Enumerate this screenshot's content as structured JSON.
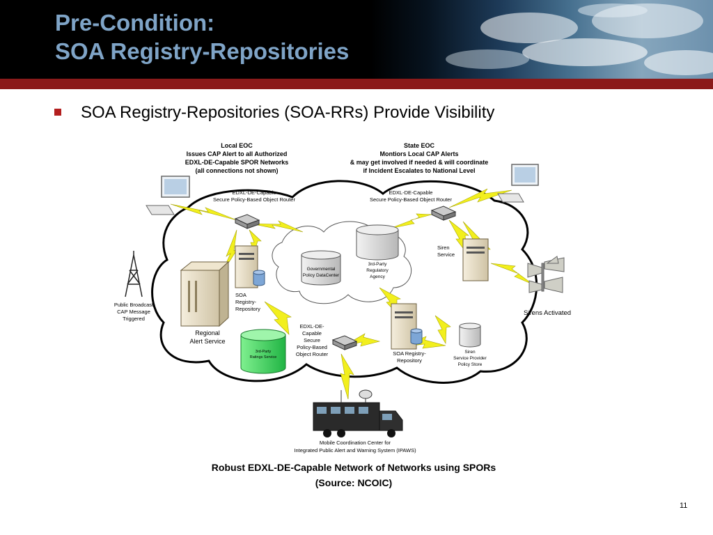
{
  "slide": {
    "title_line1": "Pre-Condition:",
    "title_line2": "SOA Registry-Repositories",
    "bullet": "SOA Registry-Repositories (SOA-RRs) Provide Visibility",
    "caption_line1": "Robust EDXL-DE-Capable Network of Networks using SPORs",
    "caption_line2": "(Source: NCOIC)",
    "page_number": "11"
  },
  "colors": {
    "title": "#7fa4c7",
    "header_bar": "#8b1a1a",
    "bullet": "#b31f1f",
    "lightning": "#f2ef1d",
    "green_db": "#39d45a"
  },
  "diagram": {
    "local_eoc": [
      "Local EOC",
      "Issues CAP Alert to all Authorized",
      "EDXL-DE-Capable SPOR Networks",
      "(all connections not shown)"
    ],
    "state_eoc": [
      "State EOC",
      "Montiors Local CAP Alerts",
      "& may get involved if needed & will coordinate",
      "if Incident Escalates to National Level"
    ],
    "router_left": [
      "EDXL-DE-Capable",
      "Secure Policy-Based Object Router"
    ],
    "router_right": [
      "EDXL-DE-Capable",
      "Secure Policy-Based Object Router"
    ],
    "router_center": [
      "EDXL-DE-",
      "Capable",
      "Secure",
      "Policy-Based",
      "Object Router"
    ],
    "gov_db": [
      "Governmental",
      "Policy DataCenter"
    ],
    "regulatory": [
      "3rd-Party",
      "Regulatory",
      "Agency"
    ],
    "soa_rr_left": [
      "SOA",
      "Registry-",
      "Repository"
    ],
    "soa_rr_right": [
      "SOA Registry-",
      "Repository"
    ],
    "regional": [
      "Regional",
      "Alert Service"
    ],
    "ratings": [
      "3rd-Party",
      "Ratings Service"
    ],
    "broadcast": [
      "Public Broadcast",
      "CAP Message",
      "Triggered"
    ],
    "siren_service": [
      "Siren",
      "Service"
    ],
    "siren_store": [
      "Siren",
      "Service Provider",
      "Policy Store"
    ],
    "sirens_activated": "Sirens Activated",
    "mobile": [
      "Mobile Coordination Center for",
      "Integrated Public Alert and Warning System (IPAWS)"
    ]
  }
}
